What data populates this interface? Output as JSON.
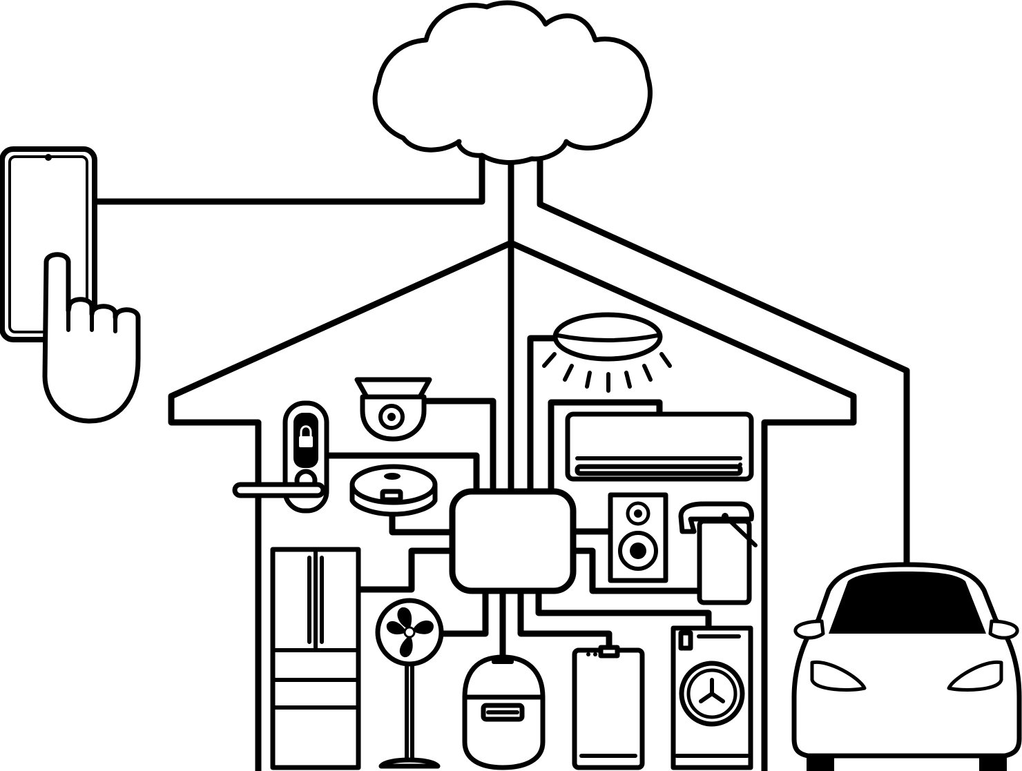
{
  "diagram": {
    "description_visible_text": [],
    "nodes": [
      {
        "id": "cloud",
        "icon": "cloud-icon"
      },
      {
        "id": "smartphone",
        "icon": "smartphone-icon"
      },
      {
        "id": "hand",
        "icon": "pointing-hand-icon"
      },
      {
        "id": "house",
        "icon": "house-outline"
      },
      {
        "id": "hub",
        "icon": "hub-box"
      },
      {
        "id": "ceiling-light",
        "icon": "ceiling-light-icon"
      },
      {
        "id": "security-camera",
        "icon": "dome-camera-icon"
      },
      {
        "id": "smart-lock",
        "icon": "smart-lock-icon"
      },
      {
        "id": "robot-vacuum",
        "icon": "robot-vacuum-icon"
      },
      {
        "id": "air-conditioner",
        "icon": "air-conditioner-icon"
      },
      {
        "id": "speaker",
        "icon": "speaker-icon"
      },
      {
        "id": "electric-kettle",
        "icon": "kettle-pot-icon"
      },
      {
        "id": "refrigerator",
        "icon": "refrigerator-icon"
      },
      {
        "id": "electric-fan",
        "icon": "fan-icon"
      },
      {
        "id": "rice-cooker",
        "icon": "rice-cooker-icon"
      },
      {
        "id": "air-purifier",
        "icon": "air-purifier-icon"
      },
      {
        "id": "washing-machine",
        "icon": "washing-machine-icon"
      },
      {
        "id": "car",
        "icon": "car-icon"
      }
    ],
    "colors": {
      "stroke": "#000000",
      "fill": "#ffffff"
    }
  }
}
